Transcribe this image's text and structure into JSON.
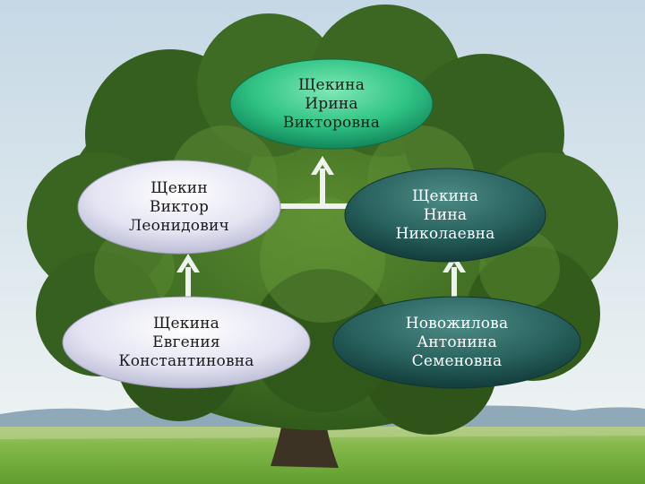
{
  "colors": {
    "sky_top": "#c9dbe6",
    "sky_bottom": "#e9f1f3",
    "grass": "#7db64a",
    "foliage_dark": "#2f5a1c",
    "foliage_light": "#6a9a38",
    "node_green": "#33c38a",
    "node_lavender": "#dcdcef",
    "node_teal": "#245b59",
    "connector": "#eef3ee"
  },
  "nodes": {
    "root": {
      "name": "Щекина\nИрина\nВикторовна"
    },
    "father": {
      "name": "Щекин\nВиктор\nЛеонидович"
    },
    "mother": {
      "name": "Щекина\nНина\nНиколаевна"
    },
    "paternal_grandmother": {
      "name": "Щекина\nЕвгения\nКонстантиновна"
    },
    "maternal_grandmother": {
      "name": "Новожилова\nАнтонина\nСеменовна"
    }
  }
}
